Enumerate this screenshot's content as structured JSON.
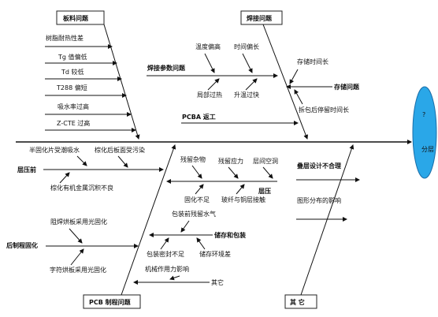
{
  "head": {
    "label": "分层",
    "symbol": "?",
    "fill": "#2aa7e8"
  },
  "categories": {
    "laminate": {
      "title": "板料问题",
      "causes": [
        "树脂耐热性差",
        "Tg 值偏低",
        "Td 较低",
        "T288 偏短",
        "吸水率过高",
        "Z-CTE 过高"
      ]
    },
    "welding": {
      "title": "焊接问题",
      "params_title": "焊接参数问题",
      "params": [
        "温度偏高",
        "时间偏长",
        "局部过热",
        "升温过快"
      ],
      "storage_title": "存储问题",
      "storage": [
        "存储时间长",
        "拆包后停留时间长"
      ],
      "rework": "PCBA 返工"
    },
    "pcb_process": {
      "title": "PCB 制程问题",
      "lamination_title": "层压前",
      "lamination": [
        "半固化片受潮吸水",
        "棕化后板面受污染",
        "棕化有机金属沉积不良"
      ],
      "post_cure_title": "后制程固化",
      "post_cure": [
        "阻焊烘板采用光固化",
        "字符烘板采用光固化"
      ],
      "press_title": "层压",
      "press": [
        "残留杂物",
        "残留应力",
        "层间空洞",
        "固化不足",
        "玻纤与铜层接触"
      ],
      "storage_pkg_title": "储存和包装",
      "storage_pkg": [
        "包装前残留水气",
        "包装密封不足",
        "储存环境差"
      ],
      "mech": "机械作用力影响",
      "other": "其它"
    },
    "others": {
      "title": "其 它",
      "causes": [
        "叠层设计不合理",
        "图形分布的影响"
      ]
    }
  }
}
